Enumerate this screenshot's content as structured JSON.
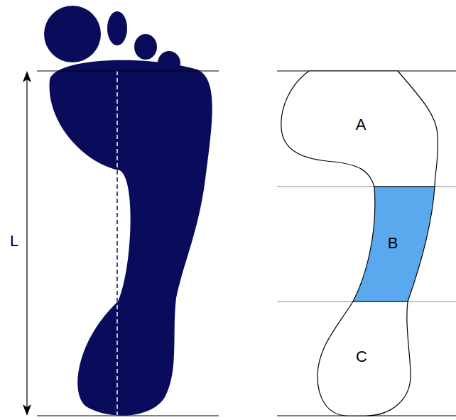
{
  "diagram": {
    "nodes": [
      {
        "text": [
          "A"
        ]
      },
      {
        "text": [
          "B"
        ]
      },
      {
        "text": [
          "C"
        ]
      }
    ],
    "labels": [
      "L"
    ]
  }
}
